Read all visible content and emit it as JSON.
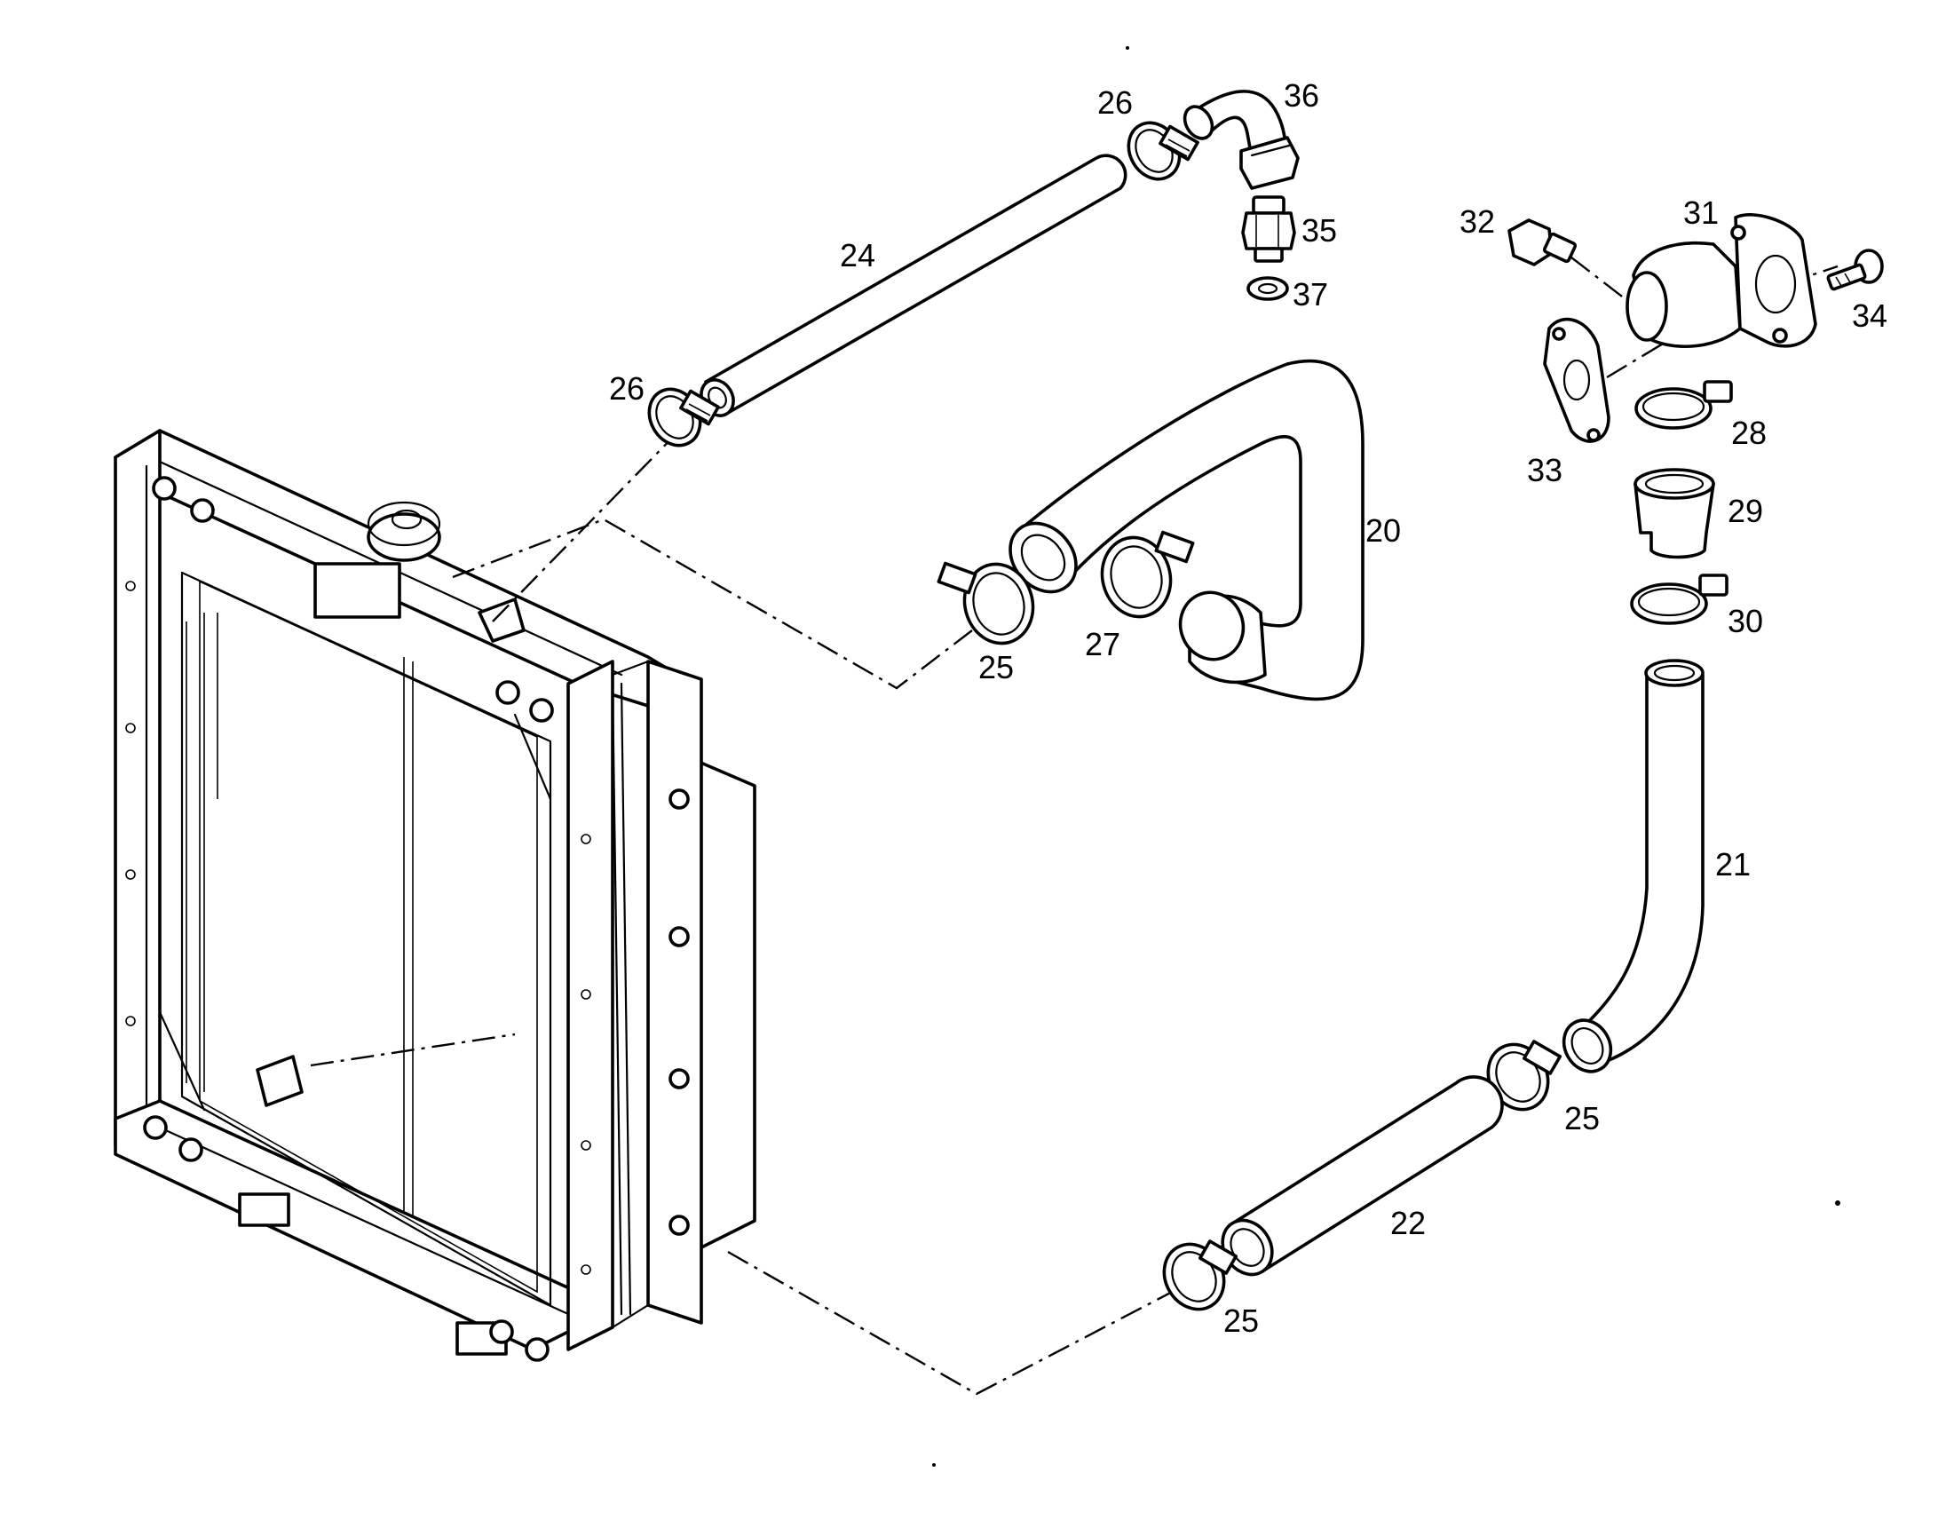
{
  "callouts": [
    {
      "id": "c20",
      "text": "20"
    },
    {
      "id": "c21",
      "text": "21"
    },
    {
      "id": "c22",
      "text": "22"
    },
    {
      "id": "c24",
      "text": "24"
    },
    {
      "id": "c25a",
      "text": "25"
    },
    {
      "id": "c25b",
      "text": "25"
    },
    {
      "id": "c25c",
      "text": "25"
    },
    {
      "id": "c26a",
      "text": "26"
    },
    {
      "id": "c26b",
      "text": "26"
    },
    {
      "id": "c27",
      "text": "27"
    },
    {
      "id": "c28",
      "text": "28"
    },
    {
      "id": "c29",
      "text": "29"
    },
    {
      "id": "c30",
      "text": "30"
    },
    {
      "id": "c31",
      "text": "31"
    },
    {
      "id": "c32",
      "text": "32"
    },
    {
      "id": "c33",
      "text": "33"
    },
    {
      "id": "c34",
      "text": "34"
    },
    {
      "id": "c35",
      "text": "35"
    },
    {
      "id": "c36",
      "text": "36"
    },
    {
      "id": "c37",
      "text": "37"
    }
  ],
  "colors": {
    "ink": "#000000",
    "paper": "#ffffff"
  }
}
